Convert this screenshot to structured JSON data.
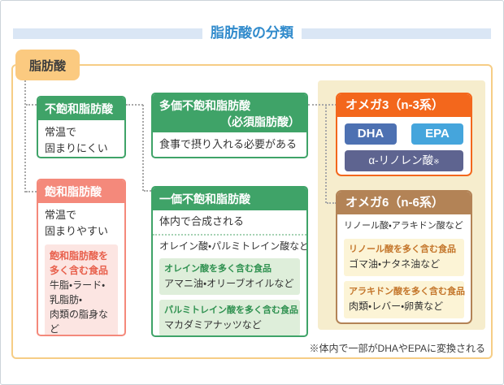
{
  "page": {
    "title": "脂肪酸の分類",
    "root_label": "脂肪酸",
    "footnote": "※体内で一部がDHAやEPAに変換される"
  },
  "unsaturated": {
    "title": "不飽和脂肪酸",
    "desc_line1": "常温で",
    "desc_line2": "固まりにくい"
  },
  "saturated": {
    "title": "飽和脂肪酸",
    "desc_line1": "常温で",
    "desc_line2": "固まりやすい",
    "food_label_line1": "飽和脂肪酸を",
    "food_label_line2": "多く含む食品",
    "food_items_line1": "牛脂・ラード・",
    "food_items_line2": "乳脂肪・",
    "food_items_line3": "肉類の脂身など"
  },
  "poly": {
    "title": "多価不飽和脂肪酸",
    "subtitle": "（必須脂肪酸）",
    "desc": "食事で摂り入れる必要がある"
  },
  "mono": {
    "title": "一価不飽和脂肪酸",
    "desc": "体内で合成される",
    "acids": "オレイン酸・パルミトレイン酸など",
    "food1_label": "オレイン酸を多く含む食品",
    "food1_items": "アマニ油・オリーブオイルなど",
    "food2_label": "パルミトレイン酸を多く含む食品",
    "food2_items": "マカダミアナッツなど"
  },
  "omega3": {
    "title": "オメガ3（n-3系）",
    "chip1": "DHA",
    "chip2": "EPA",
    "chip3": "α-リノレン酸",
    "chip3_mark": "※"
  },
  "omega6": {
    "title": "オメガ6（n-6系）",
    "acids": "リノール酸・アラキドン酸など",
    "food1_label": "リノール酸を多く含む食品",
    "food1_items": "ゴマ油・ナタネ油など",
    "food2_label": "アラキドン酸を多く含む食品",
    "food2_items": "肉類・レバー・卵黄など"
  },
  "colors": {
    "title_blue": "#318bcc",
    "title_bar_blue": "#dae6f5",
    "frame_orange": "#f6cd85",
    "tag_orange": "#fbca80",
    "green": "#3fa368",
    "light_green": "#deeeda",
    "salmon": "#f4897b",
    "light_pink": "#fce5e2",
    "omega3_orange": "#f3671c",
    "dha_blue": "#4d71b2",
    "epa_blue": "#45a5dc",
    "linolenic_slate": "#5e6490",
    "omega6_brown": "#b38356",
    "light_yellow": "#fcf4d6",
    "beige_panel": "#f6edcd"
  }
}
